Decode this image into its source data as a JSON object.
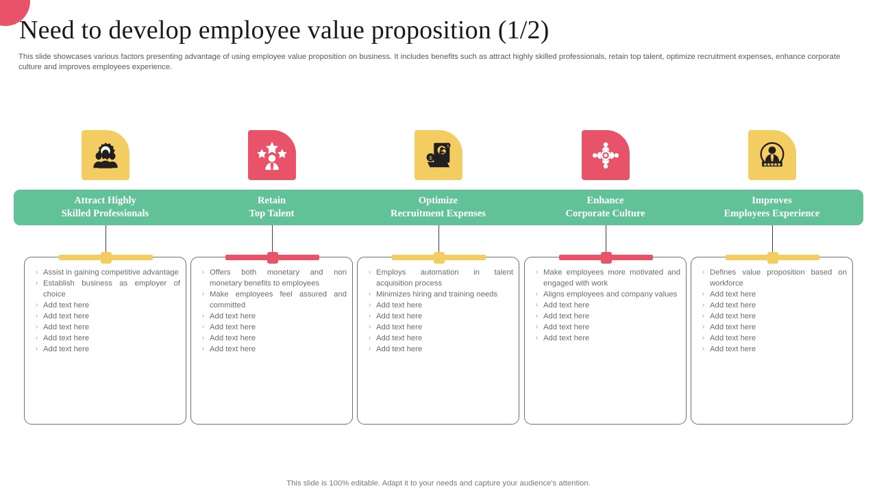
{
  "slide": {
    "title": "Need to develop employee value proposition (1/2)",
    "subtitle": "This slide showcases various factors presenting advantage of using employee value proposition on business. It includes benefits such as attract highly skilled professionals, retain top talent, optimize recruitment expenses, enhance corporate culture and improves employees experience.",
    "footer": "This slide is 100% editable. Adapt it to your needs and capture your audience's attention.",
    "bullet_glyph": "›"
  },
  "colors": {
    "banner_green": "#62c297",
    "yellow": "#f3cd61",
    "red": "#e8536a",
    "icon_dark": "#231f20",
    "icon_light": "#ffffff",
    "text_gray": "#6a6b6d",
    "title_black": "#1a1a1a",
    "card_border": "#6d6e71"
  },
  "columns": [
    {
      "icon": "people-gear-icon",
      "icon_tile_color": "#f3cd61",
      "icon_glyph_color": "#231f20",
      "accent": "#f3cd61",
      "heading_line1": "Attract Highly",
      "heading_line2": "Skilled Professionals",
      "bullets": [
        "Assist in gaining competitive advantage",
        "Establish business as employer of choice",
        "Add text here",
        "Add text here",
        "Add text here",
        "Add text here",
        "Add text here"
      ]
    },
    {
      "icon": "person-stars-icon",
      "icon_tile_color": "#e8536a",
      "icon_glyph_color": "#ffffff",
      "accent": "#e8536a",
      "heading_line1": "Retain",
      "heading_line2": "Top Talent",
      "bullets": [
        "Offers both monetary and non monetary benefits to employees",
        "Make employees feel assured and committed",
        "Add text here",
        "Add text here",
        "Add text here",
        "Add text here"
      ]
    },
    {
      "icon": "resume-search-money-icon",
      "icon_tile_color": "#f3cd61",
      "icon_glyph_color": "#231f20",
      "accent": "#f3cd61",
      "heading_line1": "Optimize",
      "heading_line2": "Recruitment Expenses",
      "bullets": [
        "Employs automation in talent acquisition process",
        "Minimizes hiring and training needs",
        "Add text here",
        "Add text here",
        "Add text here",
        "Add text here",
        "Add text here"
      ]
    },
    {
      "icon": "team-network-icon",
      "icon_tile_color": "#e8536a",
      "icon_glyph_color": "#ffffff",
      "accent": "#e8536a",
      "heading_line1": "Enhance",
      "heading_line2": "Corporate Culture",
      "bullets": [
        "Make employees more motivated and engaged with work",
        "Aligns employees and company values",
        "Add text here",
        "Add text here",
        "Add text here",
        "Add text here"
      ]
    },
    {
      "icon": "employee-rating-icon",
      "icon_tile_color": "#f3cd61",
      "icon_glyph_color": "#231f20",
      "accent": "#f3cd61",
      "heading_line1": "Improves",
      "heading_line2": "Employees Experience",
      "bullets": [
        "Defines value proposition based on workforce",
        "Add text here",
        "Add text here",
        "Add text here",
        "Add text here",
        "Add text here",
        "Add text here"
      ]
    }
  ]
}
